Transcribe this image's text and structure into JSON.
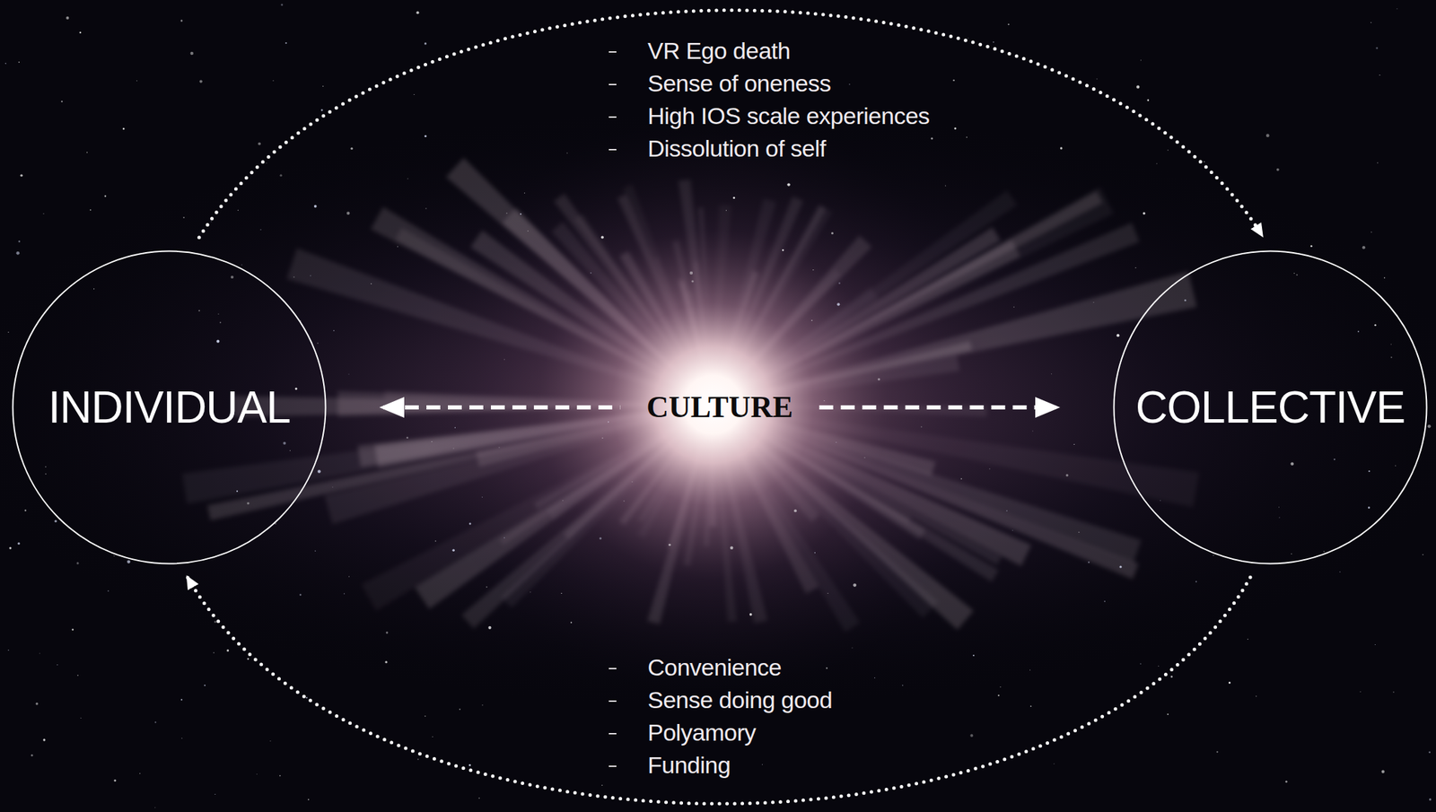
{
  "diagram": {
    "nodes": [
      {
        "text": [
          "INDIVIDUAL"
        ]
      },
      {
        "text": [
          "COLLECTIVE"
        ]
      }
    ],
    "edges": [
      {
        "from": 0,
        "to": 1,
        "arrow": "to"
      },
      {
        "from": 0,
        "to": 1,
        "label": "CULTURE",
        "arrow": "both"
      },
      {
        "from": 1,
        "to": 0,
        "arrow": "to"
      }
    ],
    "labels": [
      "VR Ego death",
      "Sense of oneness",
      "High IOS scale experiences",
      "Dissolution of self",
      "Convenience",
      "Sense doing good",
      "Polyamory",
      "Funding"
    ]
  }
}
